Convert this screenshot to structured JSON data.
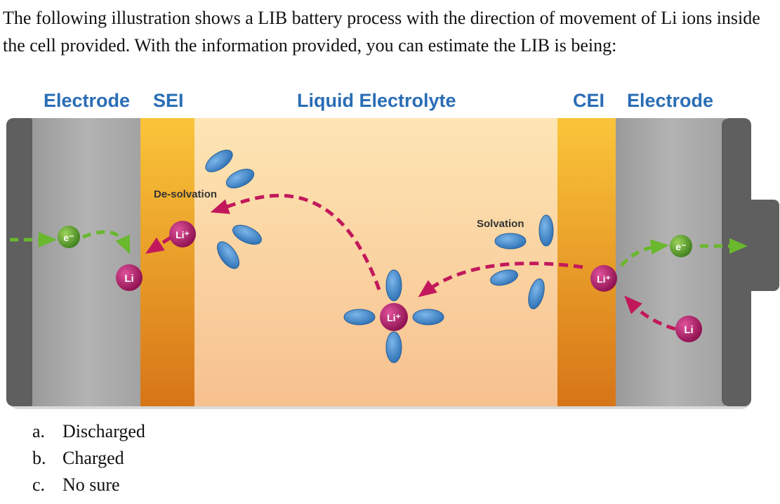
{
  "question": "The following illustration shows a LIB battery process with the direction of movement of Li ions inside the cell provided. With the information provided, you can estimate the LIB is being:",
  "diagram": {
    "headers": {
      "electrode_left": "Electrode",
      "sei": "SEI",
      "liquid_electrolyte": "Liquid Electrolyte",
      "cei": "CEI",
      "electrode_right": "Electrode"
    },
    "labels": {
      "desolvation": "De-solvation",
      "solvation": "Solvation",
      "li_ion": "Li⁺",
      "li_atom": "Li",
      "electron": "e⁻"
    },
    "colors": {
      "header_text": "#2a6db5",
      "electrode": "#a5a5a5",
      "terminal": "#5f5f5f",
      "interphase": "#f1a832",
      "electrolyte": "#fcd9a4",
      "li_ion": "#b01e6a",
      "electron": "#5a9a2c",
      "arrow_ion": "#c2185b",
      "arrow_electron": "#6ab82e",
      "solvent": "#3f86c9"
    }
  },
  "options": [
    {
      "letter": "a.",
      "text": "Discharged"
    },
    {
      "letter": "b.",
      "text": "Charged"
    },
    {
      "letter": "c.",
      "text": "No sure"
    }
  ]
}
